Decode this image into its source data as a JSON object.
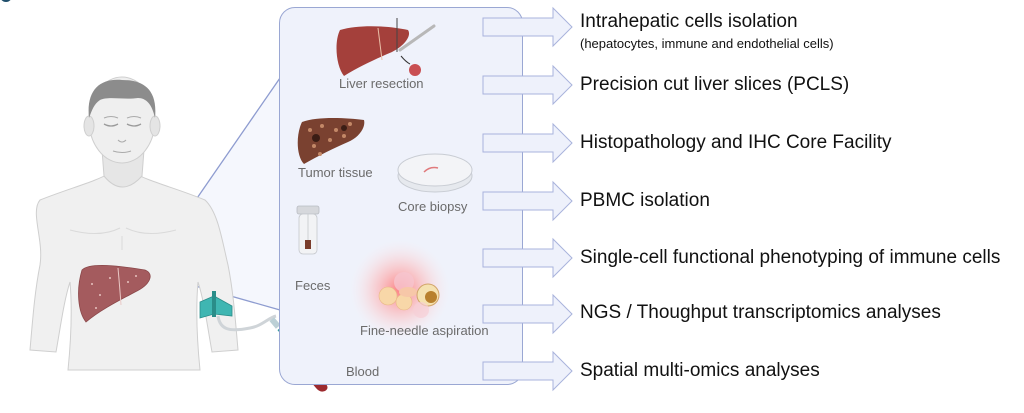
{
  "figure": {
    "title": "Patient sample types and downstream analyses",
    "colors": {
      "panel_fill": "#eff2fb",
      "panel_border": "#9aa7d3",
      "arrow_fill": "#eef1fb",
      "arrow_border": "#a8b3dc",
      "liver": "#a4403b",
      "liver_diseased": "#a45b5e",
      "tumor": "#7a4130",
      "butterfly_needle": "#3fb6b2",
      "blood_tube_cap": "#e0662a",
      "blood": "#9c2a2e",
      "skin": "#eeeeee",
      "hair": "#8c8c8c"
    }
  },
  "samples": [
    {
      "id": "liver-resection",
      "label": "Liver resection",
      "icon": "liver-resection-icon"
    },
    {
      "id": "tumor-tissue",
      "label": "Tumor tissue",
      "icon": "tumor-liver-icon"
    },
    {
      "id": "core-biopsy",
      "label": "Core biopsy",
      "icon": "petri-dish-icon"
    },
    {
      "id": "feces",
      "label": "Feces",
      "icon": "stool-container-icon"
    },
    {
      "id": "fine-needle-aspiration",
      "label": "Fine-needle aspiration",
      "icon": "cell-cluster-icon"
    },
    {
      "id": "blood",
      "label": "Blood",
      "icon": "blood-tube-icon"
    }
  ],
  "outputs": [
    {
      "label": "Intrahepatic cells isolation",
      "sublabel": "(hepatocytes, immune and endothelial cells)"
    },
    {
      "label": "Precision cut liver slices (PCLS)"
    },
    {
      "label": "Histopathology and IHC Core Facility"
    },
    {
      "label": "PBMC isolation"
    },
    {
      "label": "Single-cell functional phenotyping of immune cells"
    },
    {
      "label": "NGS / Thoughput transcriptomics analyses"
    },
    {
      "label": "Spatial multi-omics analyses"
    }
  ]
}
